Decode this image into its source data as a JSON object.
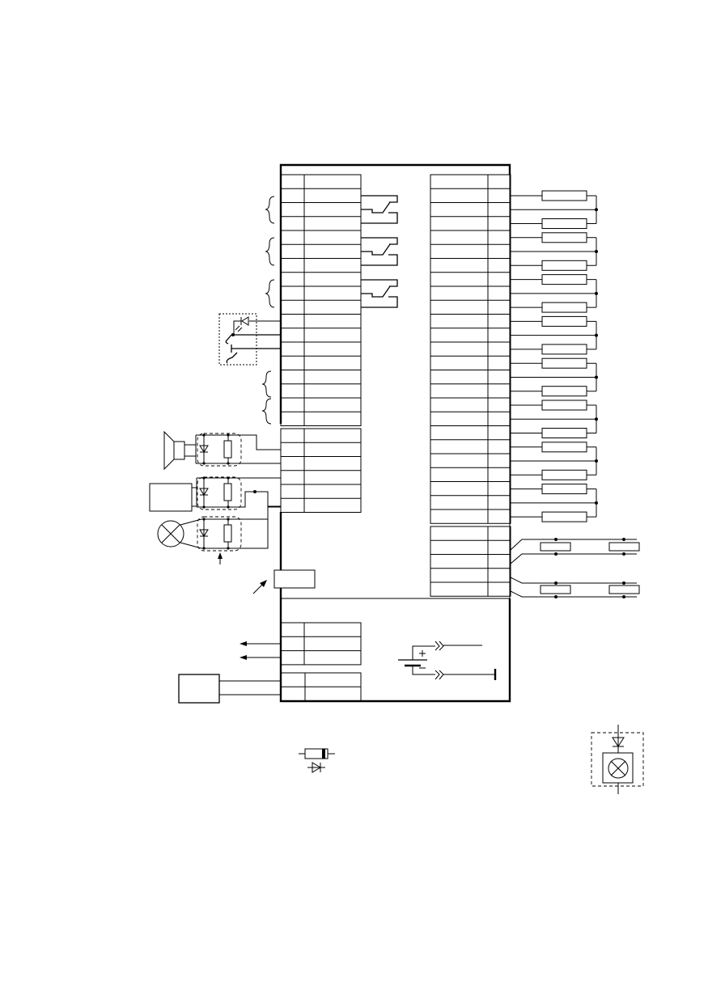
{
  "diagram": {
    "kind": "electrical wiring schematic",
    "connector_blocks": {
      "left_upper_rows": 18,
      "left_lower_rows": 6,
      "right_upper_rows": 25,
      "right_lower_rows": 5,
      "bottom_upper_rows": 3,
      "bottom_lower_rows": 2
    },
    "components": [
      "relay-contact-icon",
      "optocoupler-icon",
      "speaker-icon",
      "relay-coil-icon",
      "lamp-icon",
      "diode-icon",
      "resistor-icon",
      "battery-icon",
      "fuse-icon",
      "led-lamp-icon"
    ],
    "stroke_color": "#000000",
    "background_color": "#ffffff"
  }
}
